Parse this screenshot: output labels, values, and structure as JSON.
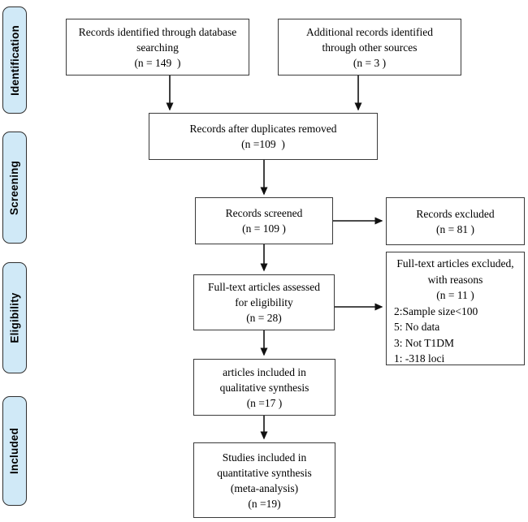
{
  "sidebar": {
    "stages": [
      {
        "id": "identification",
        "label": "Identification"
      },
      {
        "id": "screening",
        "label": "Screening"
      },
      {
        "id": "eligibility",
        "label": "Eligibility"
      },
      {
        "id": "included",
        "label": "Included"
      }
    ]
  },
  "boxes": [
    {
      "id": "records-identified-database",
      "lines": [
        "Records identified through database",
        "searching",
        "(n = 149  )"
      ]
    },
    {
      "id": "additional-records-other-sources",
      "lines": [
        "Additional records identified",
        "through other sources",
        "(n = 3 )"
      ]
    },
    {
      "id": "records-after-duplicates-removed",
      "lines": [
        "Records after duplicates removed",
        "(n =109  )"
      ]
    },
    {
      "id": "records-screened",
      "lines": [
        "Records screened",
        "(n = 109 )"
      ]
    },
    {
      "id": "records-excluded",
      "lines": [
        "Records excluded",
        "(n = 81 )"
      ]
    },
    {
      "id": "fulltext-assessed",
      "lines": [
        "Full-text articles assessed",
        "for eligibility",
        "(n = 28)"
      ]
    },
    {
      "id": "fulltext-excluded-reasons",
      "lines": [
        "Full-text articles excluded,",
        "with reasons",
        "(n = 11 )",
        "2:Sample size<100",
        "5: No data",
        "3: Not T1DM",
        "1: -318 loci"
      ]
    },
    {
      "id": "qualitative-synthesis",
      "lines": [
        "articles included in",
        "qualitative synthesis",
        "(n =17 )"
      ]
    },
    {
      "id": "quantitative-synthesis",
      "lines": [
        "Studies included in",
        "quantitative synthesis",
        "(meta-analysis)",
        "(n =19)"
      ]
    }
  ],
  "colors": {
    "stage_fill": "#d0e9f7",
    "stage_border": "#2f2f2f",
    "box_border": "#3a3a3a",
    "arrow": "#111111",
    "text": "#000000",
    "background": "#ffffff"
  }
}
